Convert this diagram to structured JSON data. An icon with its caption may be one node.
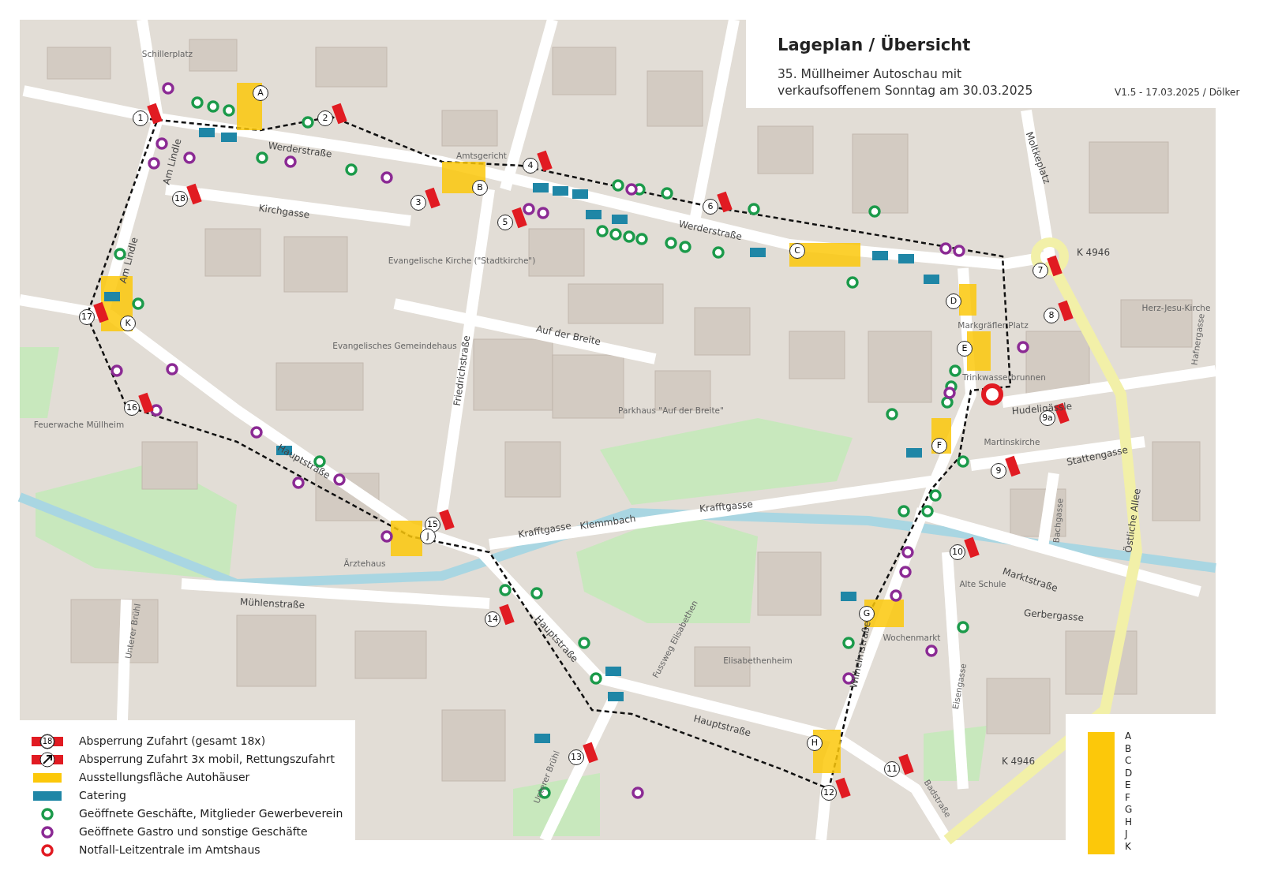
{
  "diagram": {
    "title": "Lageplan / Übersicht",
    "labels": [
      "35. Müllheimer Autoschau mit verkaufsoffenem Sonntag am 30.03.2025",
      "V1.5 - 17.03.2025 / Dölker",
      "Werderstraße",
      "Werderstraße",
      "Kirchgasse",
      "Am Lindle",
      "Am Lindle",
      "Hauptstraße",
      "Hauptstraße",
      "Hauptstraße",
      "Friedrichstraße",
      "Auf der Breite",
      "Mühlenstraße",
      "Krafftgasse",
      "Krafftgasse",
      "Klemmbach",
      "Wilhelmstraße",
      "Marktstraße",
      "Gerbergasse",
      "Hudeligässle",
      "Stattengasse",
      "Östliche Allee",
      "Moltkeplatz",
      "K 4946",
      "K 4946",
      "Schillerplatz",
      "Amtsgericht",
      "Evangelische Kirche (\"Stadtkirche\")",
      "Evangelisches Gemeindehaus",
      "Feuerwache Müllheim",
      "Markgräfler Platz",
      "Trinkwasserbrunnen",
      "Martinskirche",
      "Herz-Jesu-Kirche",
      "Parkhaus \"Auf der Breite\"",
      "Elisabethenheim",
      "Wochenmarkt",
      "Alte Schule",
      "Ärztehaus",
      "Fussweg Elisabethen",
      "Unterer Brühl",
      "Unterer Brühl",
      "Bachgasse",
      "Eisengasse",
      "Badstraße",
      "Hafnergasse",
      "1",
      "2",
      "3",
      "4",
      "5",
      "6",
      "7",
      "8",
      "9",
      "9a",
      "10",
      "11",
      "12",
      "13",
      "14",
      "15",
      "16",
      "17",
      "18",
      "A",
      "B",
      "C",
      "D",
      "E",
      "F",
      "G",
      "H",
      "J",
      "K",
      "18",
      "A",
      "B",
      "C",
      "D",
      "E",
      "F",
      "G",
      "H",
      "J",
      "K"
    ],
    "legend": [
      {
        "text": "Absperrung Zufahrt (gesamt 18x)"
      },
      {
        "text": "Absperrung Zufahrt 3x mobil, Rettungszufahrt"
      },
      {
        "text": "Ausstellungsfläche Autohäuser",
        "color": "#fcc80a"
      },
      {
        "text": "Catering",
        "color": "#1f86a6"
      },
      {
        "text": "Geöffnete Geschäfte, Mitglieder Gewerbeverein"
      },
      {
        "text": "Geöffnete Gastro und sonstige Geschäfte"
      },
      {
        "text": "Notfall-Leitzentrale im Amtshaus"
      }
    ]
  }
}
